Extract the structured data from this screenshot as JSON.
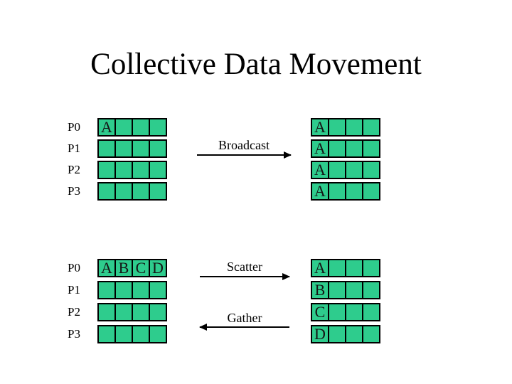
{
  "slide": {
    "title": "Collective Data Movement"
  },
  "colors": {
    "background": "#ffffff",
    "cell_fill": "#2ecc8d",
    "cell_border": "#000000",
    "text": "#000000"
  },
  "broadcast_section": {
    "process_labels": [
      "P0",
      "P1",
      "P2",
      "P3"
    ],
    "arrow_label": "Broadcast",
    "arrow_direction": "right",
    "left_grid": [
      [
        "A",
        "",
        "",
        ""
      ],
      [
        "",
        "",
        "",
        ""
      ],
      [
        "",
        "",
        "",
        ""
      ],
      [
        "",
        "",
        "",
        ""
      ]
    ],
    "right_grid": [
      [
        "A",
        "",
        "",
        ""
      ],
      [
        "A",
        "",
        "",
        ""
      ],
      [
        "A",
        "",
        "",
        ""
      ],
      [
        "A",
        "",
        "",
        ""
      ]
    ]
  },
  "scatter_gather_section": {
    "process_labels": [
      "P0",
      "P1",
      "P2",
      "P3"
    ],
    "scatter_arrow_label": "Scatter",
    "scatter_arrow_direction": "right",
    "gather_arrow_label": "Gather",
    "gather_arrow_direction": "left",
    "left_grid": [
      [
        "A",
        "B",
        "C",
        "D"
      ],
      [
        "",
        "",
        "",
        ""
      ],
      [
        "",
        "",
        "",
        ""
      ],
      [
        "",
        "",
        "",
        ""
      ]
    ],
    "right_grid": [
      [
        "A",
        "",
        "",
        ""
      ],
      [
        "B",
        "",
        "",
        ""
      ],
      [
        "C",
        "",
        "",
        ""
      ],
      [
        "D",
        "",
        "",
        ""
      ]
    ]
  }
}
